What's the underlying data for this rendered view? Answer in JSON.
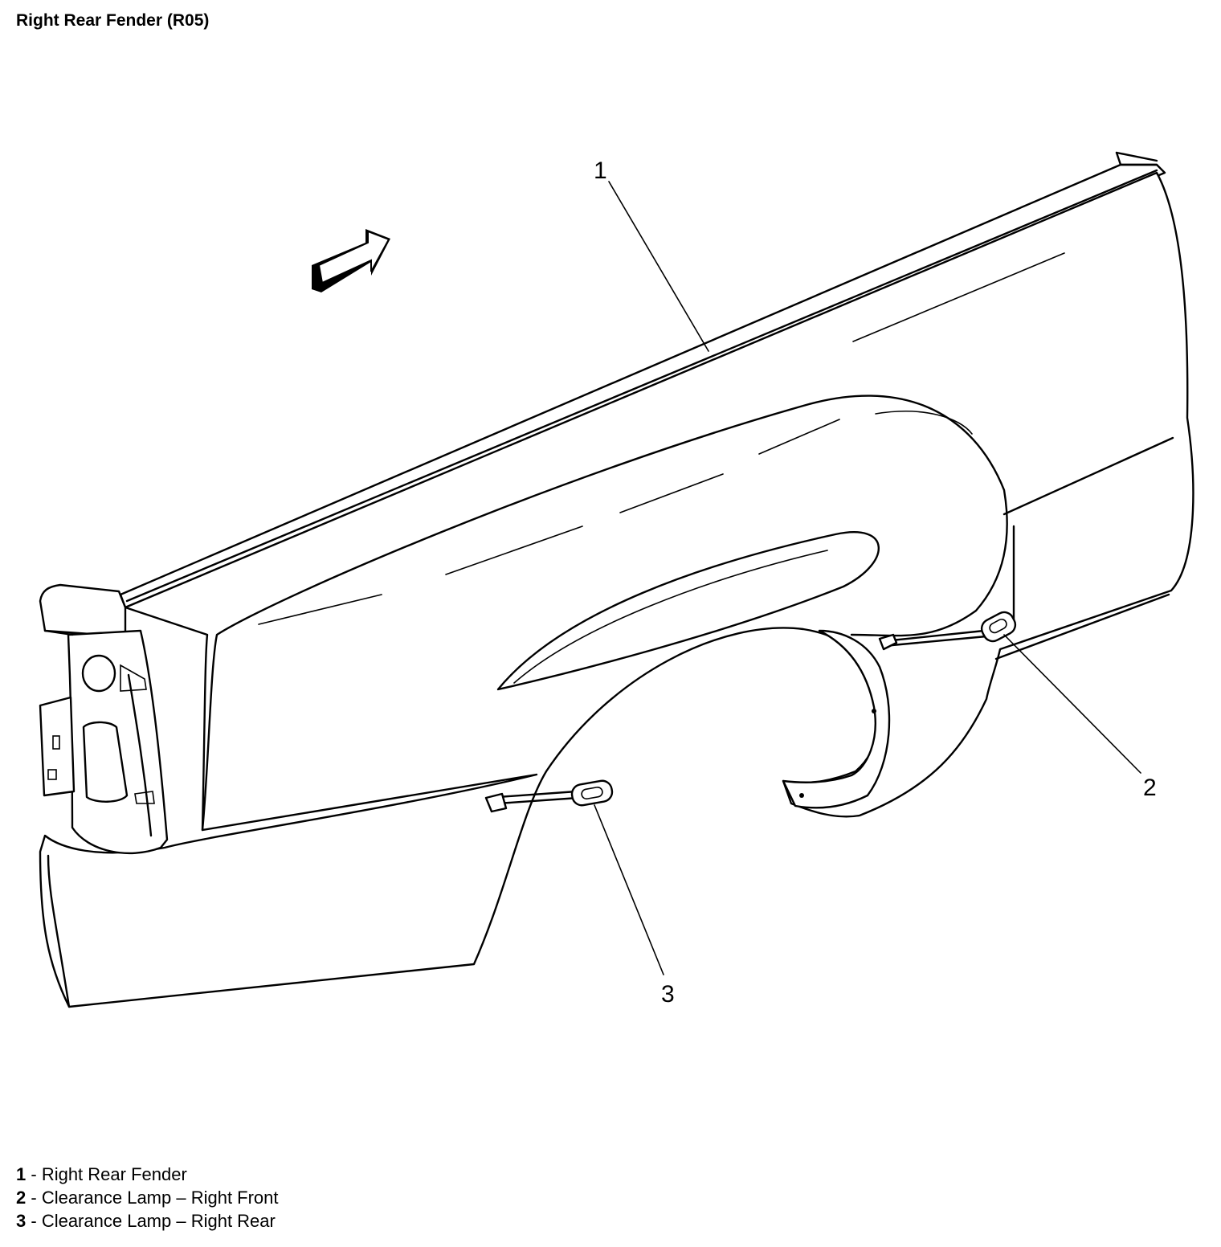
{
  "title": "Right Rear Fender (R05)",
  "callouts": [
    {
      "number": "1",
      "label": "Right Rear Fender"
    },
    {
      "number": "2",
      "label": "Clearance Lamp – Right Front"
    },
    {
      "number": "3",
      "label": "Clearance Lamp – Right Rear"
    }
  ],
  "legend_separator": " - ",
  "icons": {
    "direction_arrow": "forward-arrow-icon"
  }
}
